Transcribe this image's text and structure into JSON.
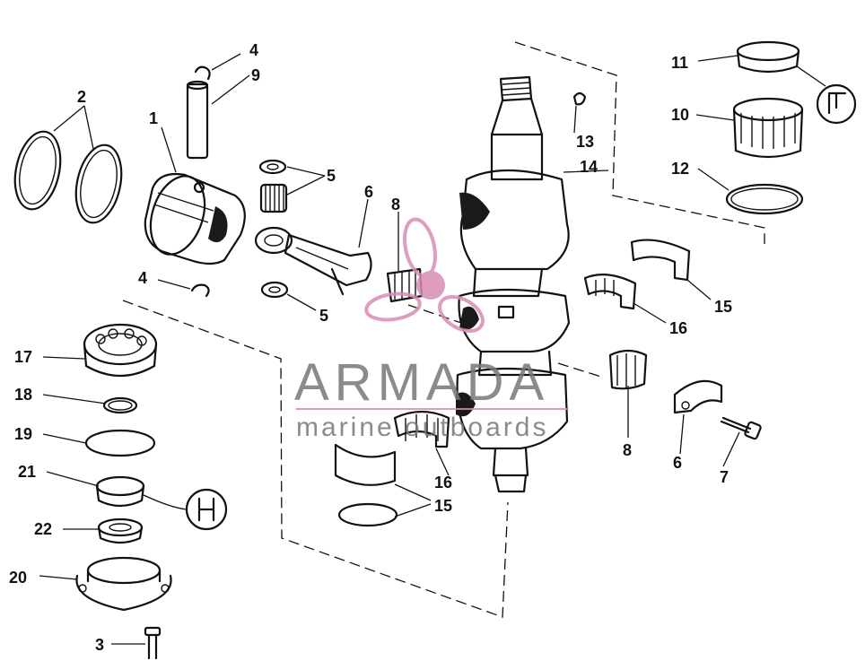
{
  "callouts": {
    "c1": "1",
    "c2": "2",
    "c3": "3",
    "c4a": "4",
    "c4b": "4",
    "c5a": "5",
    "c5b": "5",
    "c6a": "6",
    "c6b": "6",
    "c7": "7",
    "c8a": "8",
    "c8b": "8",
    "c9": "9",
    "c10": "10",
    "c11": "11",
    "c12": "12",
    "c13": "13",
    "c14": "14",
    "c15a": "15",
    "c15b": "15",
    "c16a": "16",
    "c16b": "16",
    "c17": "17",
    "c18": "18",
    "c19": "19",
    "c20": "20",
    "c21": "21",
    "c22": "22"
  },
  "watermark": {
    "brand": "ARMADA",
    "tagline": "marine outboards",
    "color": "#d98bb5",
    "text_color": "#777777"
  },
  "colors": {
    "line": "#111111",
    "background": "#ffffff"
  }
}
